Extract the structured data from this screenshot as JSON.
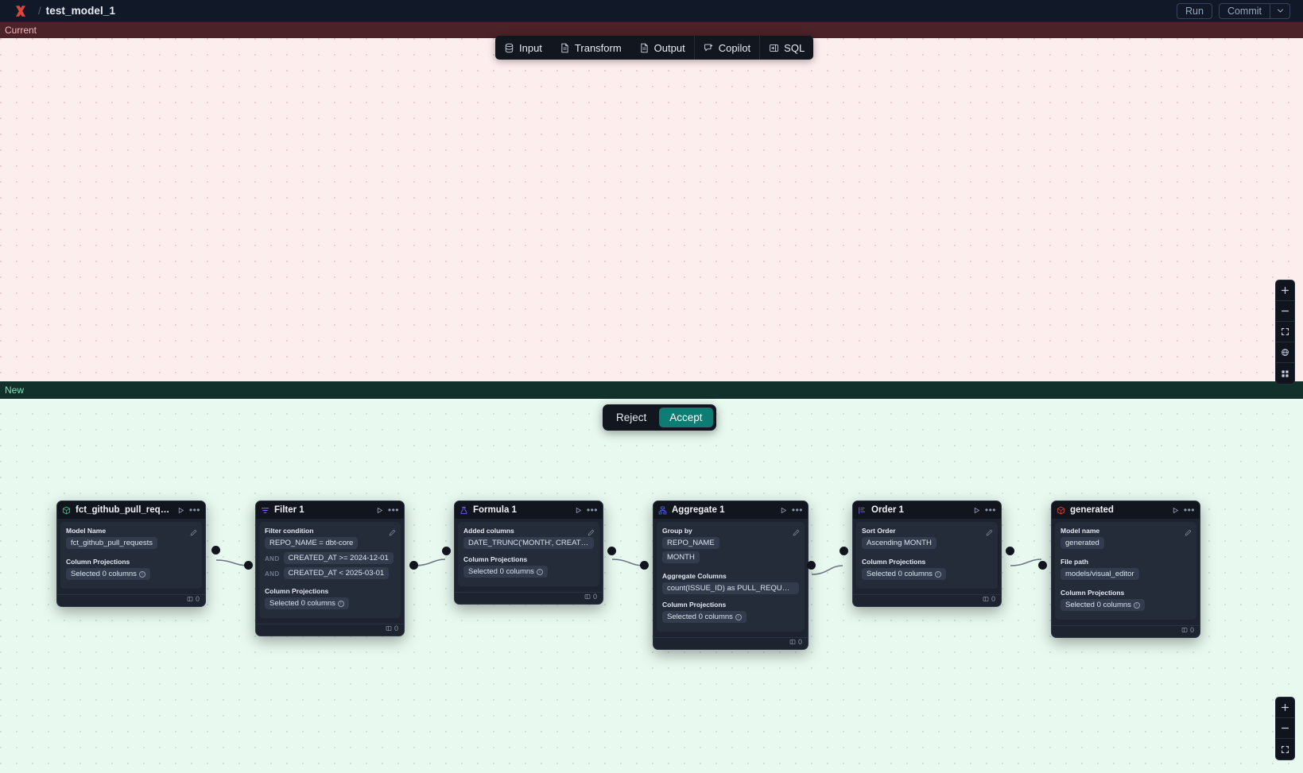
{
  "topbar": {
    "logo_icon": "x-logo-icon",
    "separator": "/",
    "title": "test_model_1",
    "run_label": "Run",
    "commit_label": "Commit",
    "commit_caret_icon": "chevron-down-icon"
  },
  "toolbar": {
    "items": [
      {
        "label": "Input",
        "icon": "database-icon"
      },
      {
        "label": "Transform",
        "icon": "document-icon"
      },
      {
        "label": "Output",
        "icon": "document-icon"
      },
      {
        "label": "Copilot",
        "icon": "copilot-sparkle-icon"
      },
      {
        "label": "SQL",
        "icon": "sql-panel-icon"
      }
    ]
  },
  "panes": {
    "current_label": "Current",
    "new_label": "New"
  },
  "diff_actions": {
    "reject_label": "Reject",
    "accept_label": "Accept"
  },
  "zoom_controls_top": [
    {
      "icon": "plus-icon",
      "label": "+"
    },
    {
      "icon": "minus-icon",
      "label": "–"
    },
    {
      "icon": "fit-screen-icon",
      "label": ""
    },
    {
      "icon": "target-globe-icon",
      "label": ""
    },
    {
      "icon": "grid-layout-icon",
      "label": ""
    }
  ],
  "zoom_controls_bottom": [
    {
      "icon": "plus-icon",
      "label": "+"
    },
    {
      "icon": "minus-icon",
      "label": "–"
    },
    {
      "icon": "fit-screen-icon",
      "label": ""
    }
  ],
  "colors": {
    "current_band": "#4a2228",
    "current_canvas": "#fdeeee",
    "new_band": "#12312b",
    "new_canvas": "#e8faf0",
    "accent_accept": "#0f7c74",
    "node_bg": "#1d2430",
    "node_head_bg": "#11151d",
    "logo_red": "#e0443b"
  },
  "nodes": [
    {
      "id": "source",
      "title": "fct_github_pull_requests",
      "icon": "cube-green-icon",
      "row_count": "0",
      "fields": [
        {
          "label": "Model Name",
          "chips": [
            "fct_github_pull_requests"
          ]
        },
        {
          "label": "Column Projections",
          "chips": [
            "Selected 0 columns"
          ],
          "info": true
        }
      ]
    },
    {
      "id": "filter",
      "title": "Filter 1",
      "icon": "filter-icon",
      "row_count": "0",
      "fields": [
        {
          "label": "Filter condition",
          "conditions": [
            {
              "prefix": "",
              "text": "REPO_NAME = dbt-core"
            },
            {
              "prefix": "AND",
              "text": "CREATED_AT >= 2024-12-01"
            },
            {
              "prefix": "AND",
              "text": "CREATED_AT < 2025-03-01"
            }
          ]
        },
        {
          "label": "Column Projections",
          "chips": [
            "Selected 0 columns"
          ],
          "info": true
        }
      ]
    },
    {
      "id": "formula",
      "title": "Formula 1",
      "icon": "flask-icon",
      "row_count": "0",
      "fields": [
        {
          "label": "Added columns",
          "chips": [
            "DATE_TRUNC('MONTH', CREATED_AT..."
          ]
        },
        {
          "label": "Column Projections",
          "chips": [
            "Selected 0 columns"
          ],
          "info": true
        }
      ]
    },
    {
      "id": "aggregate",
      "title": "Aggregate 1",
      "icon": "aggregate-icon",
      "row_count": "0",
      "fields": [
        {
          "label": "Group by",
          "chips": [
            "REPO_NAME",
            "MONTH"
          ]
        },
        {
          "label": "Aggregate Columns",
          "chips": [
            "count(ISSUE_ID) as PULL_REQUEST_..."
          ]
        },
        {
          "label": "Column Projections",
          "chips": [
            "Selected 0 columns"
          ],
          "info": true
        }
      ]
    },
    {
      "id": "order",
      "title": "Order 1",
      "icon": "sort-icon",
      "row_count": "0",
      "fields": [
        {
          "label": "Sort Order",
          "chips": [
            "Ascending MONTH"
          ]
        },
        {
          "label": "Column Projections",
          "chips": [
            "Selected 0 columns"
          ],
          "info": true
        }
      ]
    },
    {
      "id": "generated",
      "title": "generated",
      "icon": "cube-red-icon",
      "row_count": "0",
      "fields": [
        {
          "label": "Model name",
          "chips": [
            "generated"
          ]
        },
        {
          "label": "File path",
          "chips": [
            "models/visual_editor"
          ]
        },
        {
          "label": "Column Projections",
          "chips": [
            "Selected 0 columns"
          ],
          "info": true
        }
      ]
    }
  ]
}
